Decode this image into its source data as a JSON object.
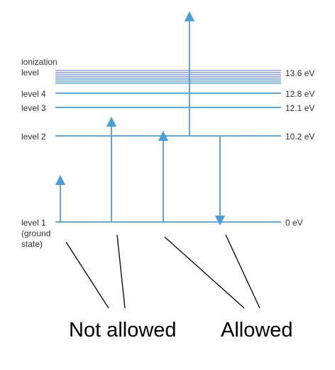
{
  "levels": {
    "ionization": {
      "label_line1": "ionization",
      "label_line2": "level",
      "energy": "13.6 eV"
    },
    "level4": {
      "label": "level 4",
      "energy": "12.8 eV"
    },
    "level3": {
      "label": "level 3",
      "energy": "12.1 eV"
    },
    "level2": {
      "label": "level 2",
      "energy": "10.2 eV"
    },
    "level1": {
      "label_line1": "level 1",
      "label_line2": "(ground",
      "label_line3": "state)",
      "energy": "0 eV"
    }
  },
  "captions": {
    "not_allowed": "Not allowed",
    "allowed": "Allowed"
  },
  "colors": {
    "line": "#4a9fd8",
    "continuum": "#8a9ad6",
    "pointer": "#111111",
    "text": "#333333"
  }
}
